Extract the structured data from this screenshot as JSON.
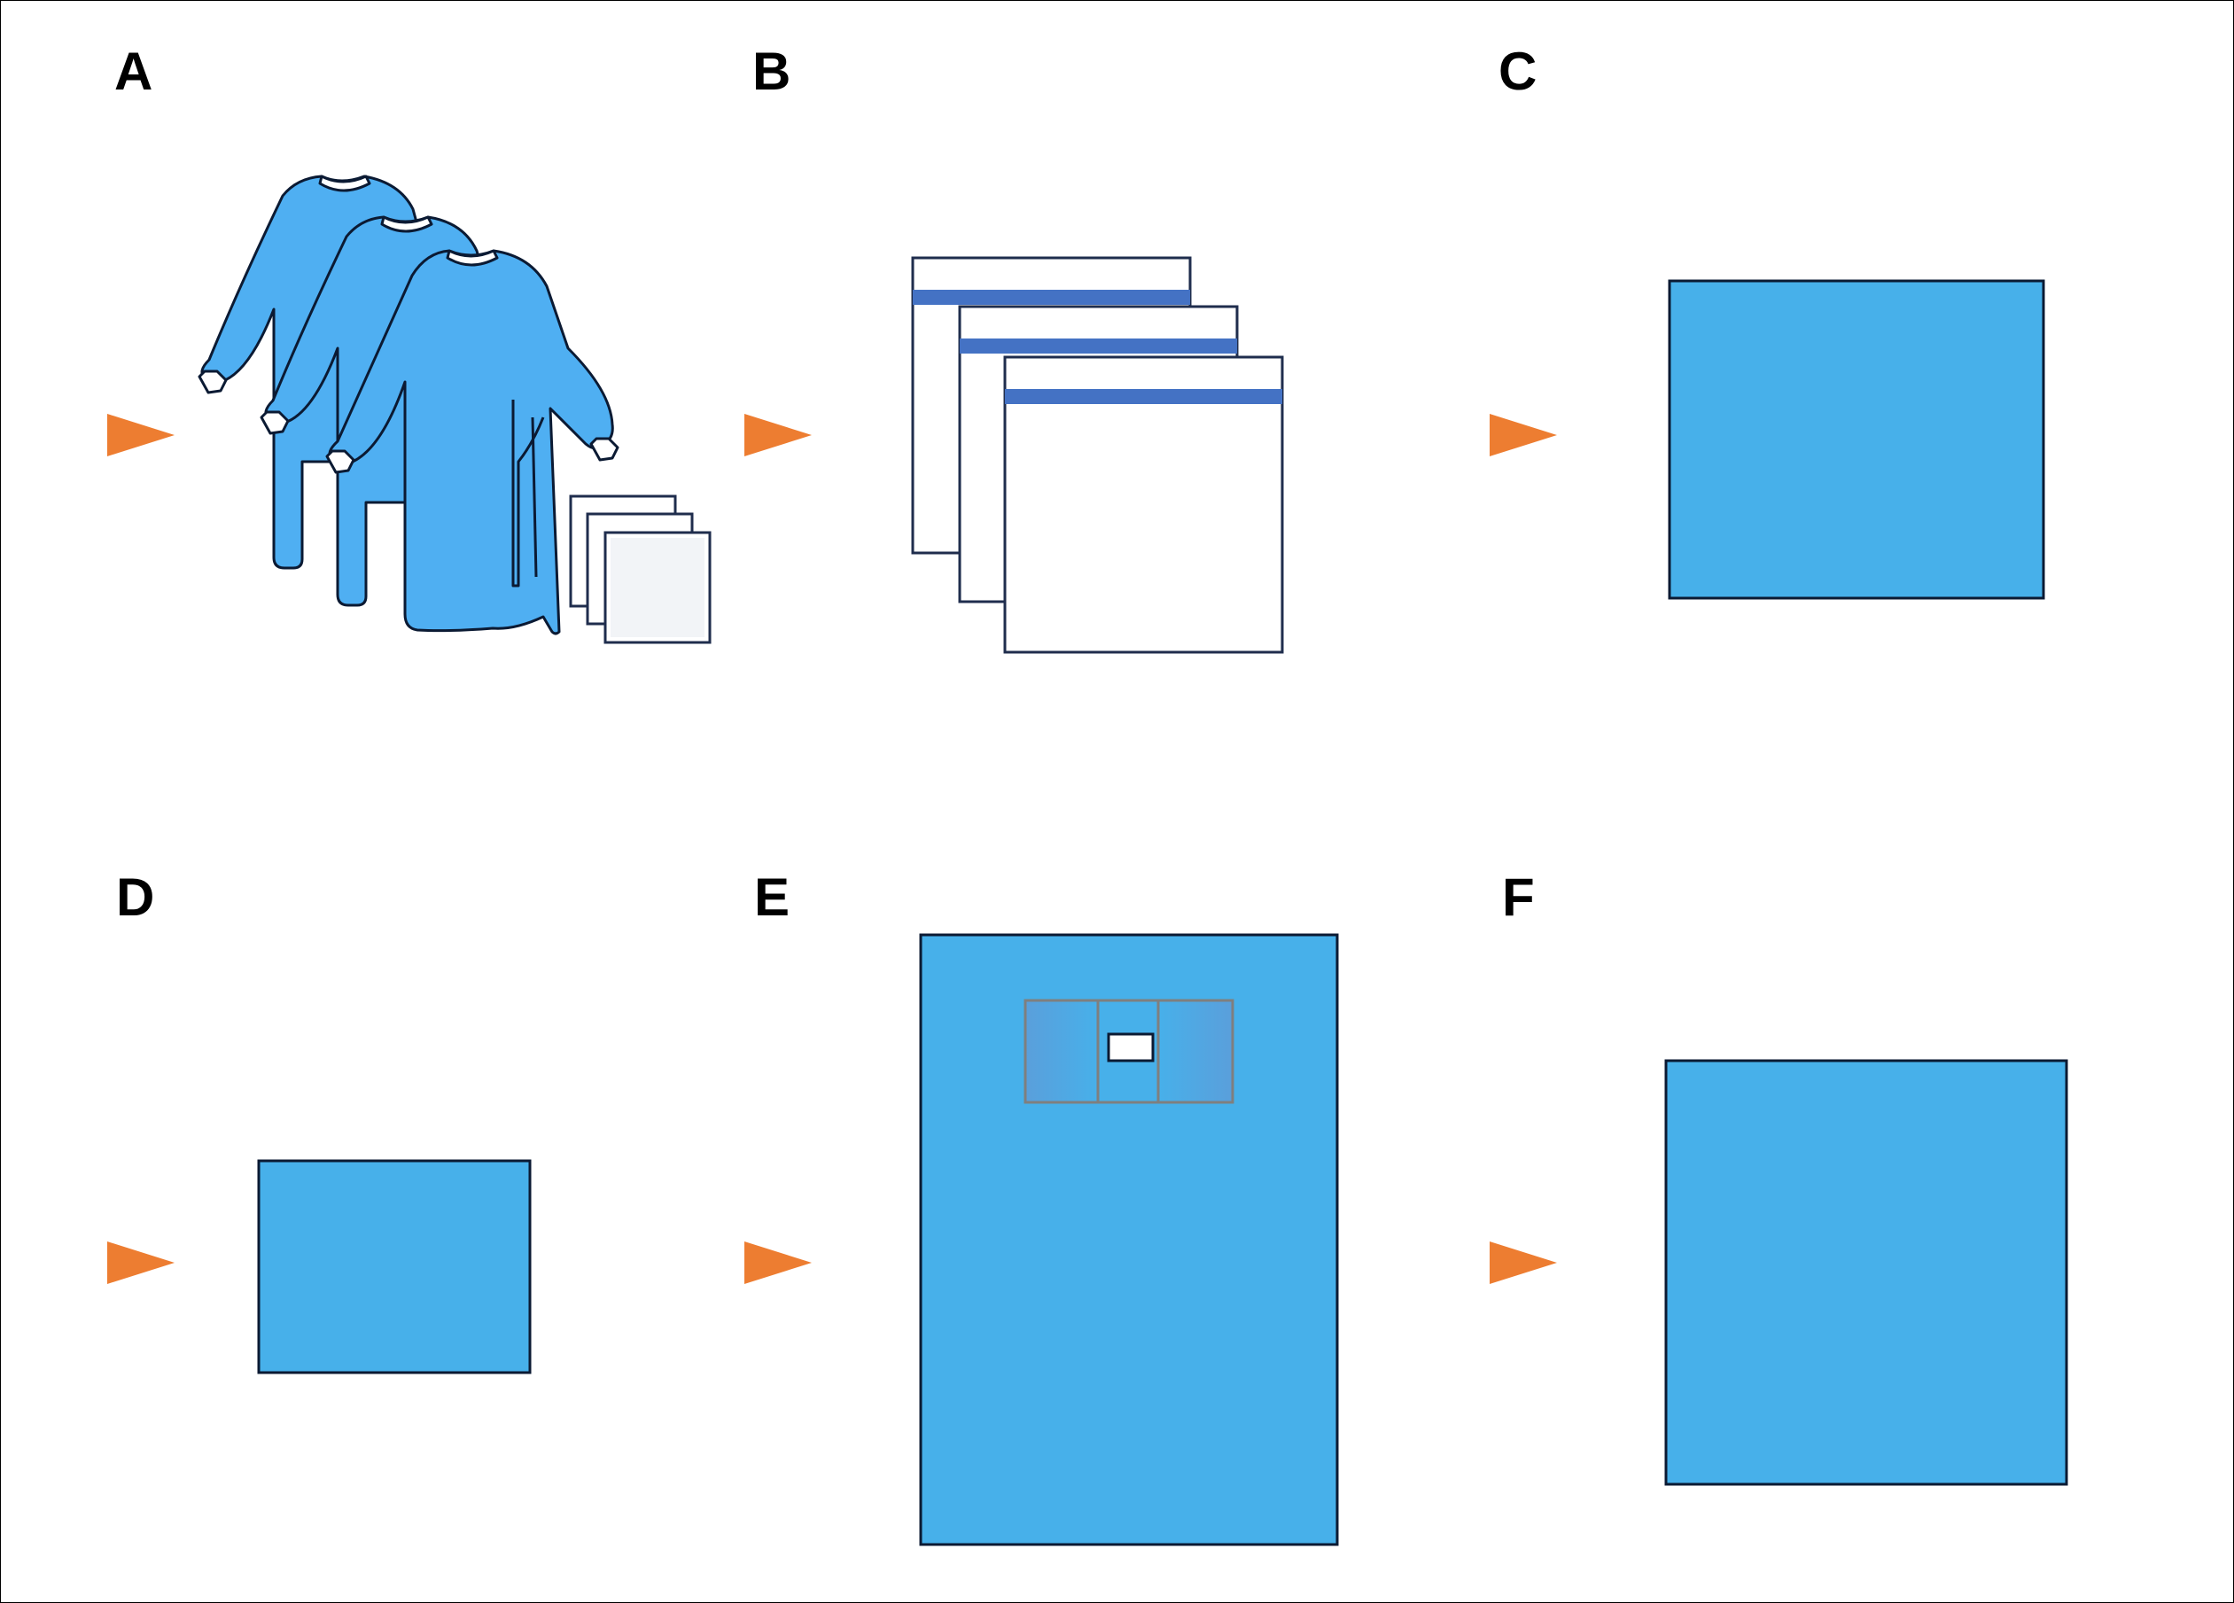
{
  "panels": [
    {
      "letter": "A",
      "item": "gown-set",
      "marker": "orange-triangle"
    },
    {
      "letter": "B",
      "item": "towel-stack",
      "marker": "orange-triangle"
    },
    {
      "letter": "C",
      "item": "drape-sheet",
      "marker": "orange-triangle"
    },
    {
      "letter": "D",
      "item": "small-drape",
      "marker": "orange-triangle"
    },
    {
      "letter": "E",
      "item": "fenestrated-drape",
      "marker": "orange-triangle"
    },
    {
      "letter": "F",
      "item": "square-drape",
      "marker": "orange-triangle"
    }
  ],
  "colors": {
    "drape_blue": "#47B0EA",
    "gown_blue": "#4FAFF2",
    "stripe_blue": "#4472C4",
    "marker_orange": "#ED7D31",
    "fenestration_panel": "#5A9FDB",
    "outline": "#1F2D4D"
  }
}
